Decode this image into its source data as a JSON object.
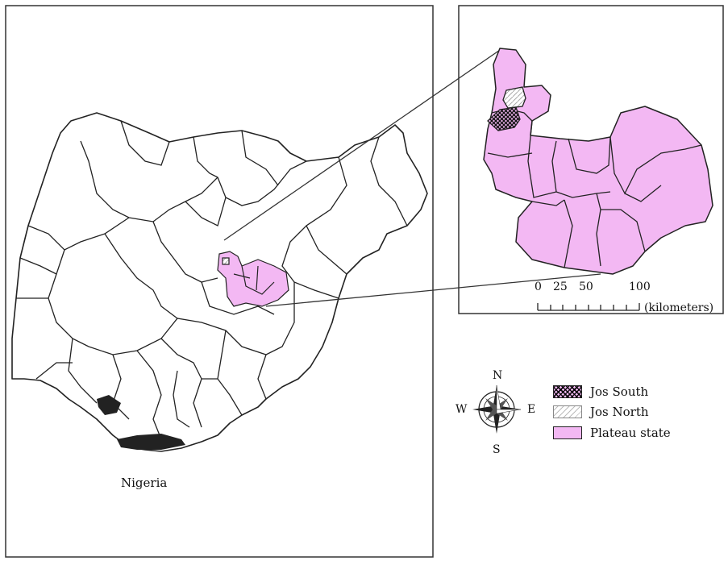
{
  "country_label": "Nigeria",
  "legend": [
    {
      "label": "Jos South",
      "pattern": "crosshatch"
    },
    {
      "label": "Jos North",
      "pattern": "diagonal-hatch"
    },
    {
      "label": "Plateau state",
      "color": "#f3b8f3"
    }
  ],
  "scale": {
    "labels": [
      "0",
      "25",
      "50",
      "100"
    ],
    "unit": "(kilometers)"
  },
  "compass": {
    "n": "N",
    "s": "S",
    "e": "E",
    "w": "W"
  },
  "colors": {
    "plateau_fill": "#f3b8f3",
    "outline": "#222222"
  }
}
